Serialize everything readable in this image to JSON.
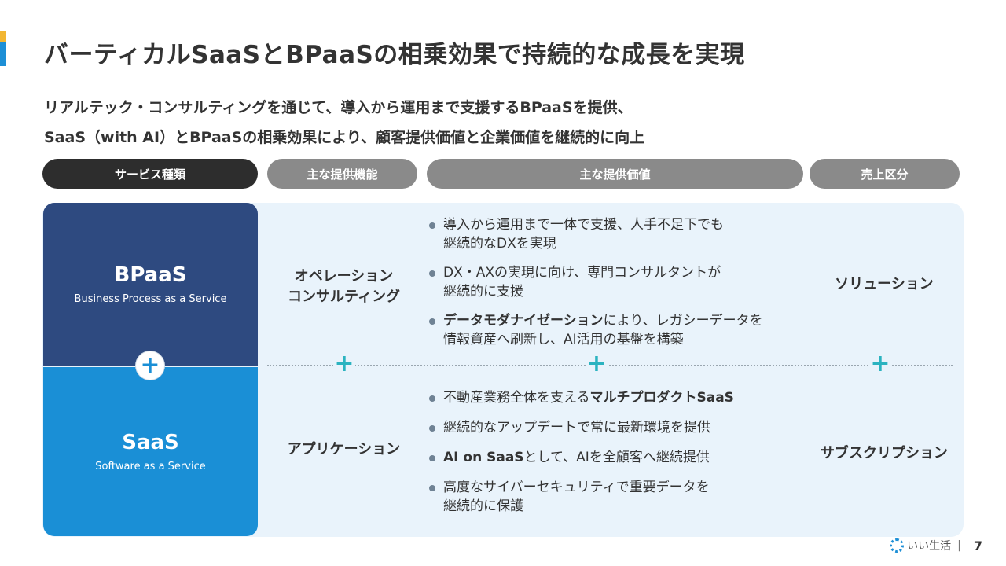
{
  "title": "バーティカルSaaSとBPaaSの相乗効果で持続的な成長を実現",
  "subtitle": {
    "line1": "リアルテック・コンサルティングを通じて、導入から運用まで支援するBPaaSを提供、",
    "line2": "SaaS（with AI）とBPaaSの相乗効果により、顧客提供価値と企業価値を継続的に向上"
  },
  "headers": {
    "service_type": "サービス種類",
    "main_function": "主な提供機能",
    "main_value": "主な提供価値",
    "revenue": "売上区分"
  },
  "bpaas": {
    "name": "BPaaS",
    "full": "Business Process as a Service",
    "function_line1": "オペレーション",
    "function_line2": "コンサルティング",
    "bullets": [
      {
        "a": "導入から運用まで一体で支援、人手不足下でも",
        "b": "継続的なDXを実現"
      },
      {
        "a": "DX・AXの実現に向け、専門コンサルタントが",
        "b": "継続的に支援"
      },
      {
        "bold": "データモダナイゼーション",
        "a": "により、レガシーデータを",
        "b": "情報資産へ刷新し、AI活用の基盤を構築"
      }
    ],
    "revenue": "ソリューション"
  },
  "saas": {
    "name": "SaaS",
    "full": "Software as a Service",
    "function": "アプリケーション",
    "bullets": [
      {
        "pre": "不動産業務全体を支える",
        "bold": "マルチプロダクトSaaS"
      },
      {
        "a": "継続的なアップデートで常に最新環境を提供"
      },
      {
        "bold": "AI on SaaS",
        "a": "として、AIを全顧客へ継続提供"
      },
      {
        "a": "高度なサイバーセキュリティで重要データを",
        "b": "継続的に保護"
      }
    ],
    "revenue": "サブスクリプション"
  },
  "plus_symbol": "+",
  "footer": {
    "brand": "いい生活",
    "separator": "|",
    "page": "7"
  },
  "colors": {
    "bpaas": "#2e4a80",
    "saas": "#1a8fd6",
    "panel": "#e9f3fb",
    "header_dark": "#2d2d2d",
    "header_gray": "#8a8a8a",
    "plus": "#2bb3c0"
  },
  "icons": {
    "accent": "accent-bar-icon",
    "logo": "ring-logo-icon"
  }
}
